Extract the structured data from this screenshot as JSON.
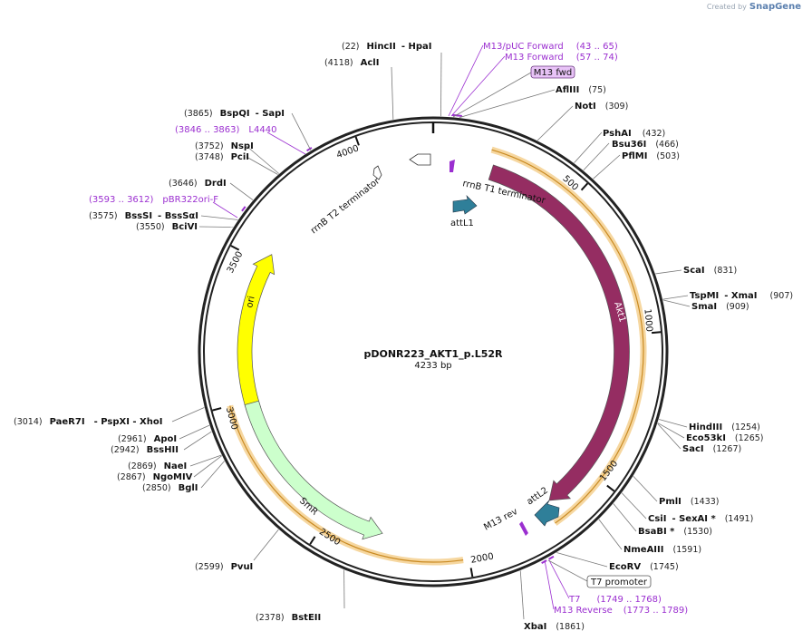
{
  "credit": {
    "text": "Created by",
    "brand": "SnapGene"
  },
  "plasmid": {
    "name": "pDONR223_AKT1_p.L52R",
    "length_label": "4233 bp",
    "length": 4233
  },
  "ticks": [
    {
      "pos": 500,
      "label": "500"
    },
    {
      "pos": 1000,
      "label": "1000"
    },
    {
      "pos": 1500,
      "label": "1500"
    },
    {
      "pos": 2000,
      "label": "2000"
    },
    {
      "pos": 2500,
      "label": "2500"
    },
    {
      "pos": 3000,
      "label": "3000"
    },
    {
      "pos": 3500,
      "label": "3500"
    },
    {
      "pos": 4000,
      "label": "4000"
    }
  ],
  "features": [
    {
      "name": "Akt1",
      "start": 210,
      "end": 1670,
      "color": "#952d62",
      "label_color": "#ffffff",
      "strand": 1,
      "radius": 208
    },
    {
      "name": "ori",
      "start": 2960,
      "end": 3540,
      "color": "#ffff00",
      "label_color": "#111111",
      "strand": 1,
      "radius": 208
    },
    {
      "name": "SmR",
      "start": 2300,
      "end": 2990,
      "color": "#ccffcc",
      "label_color": "#111111",
      "strand": -1,
      "radius": 208
    },
    {
      "name": "attL1",
      "start": 120,
      "end": 210,
      "color": "#2f7f99",
      "label_color": "#111111",
      "strand": 1,
      "radius": 193
    },
    {
      "name": "attL2",
      "start": 1640,
      "end": 1740,
      "color": "#2f7f99",
      "label_color": "#111111",
      "strand": -1,
      "radius": 208
    },
    {
      "name": "rrnB T1 terminator",
      "start": 4160,
      "end": 4230,
      "color": "#ffffff",
      "label_color": "#111111",
      "strand": -1,
      "radius": 208
    },
    {
      "name": "rrnB T2 terminator",
      "start": 4020,
      "end": 4045,
      "color": "#ffffff",
      "label_color": "#111111",
      "strand": -1,
      "radius": 208
    }
  ],
  "sites": [
    {
      "name": "HincII",
      "extra": "HpaI",
      "pos_label": "(22)",
      "pos": 22
    },
    {
      "name": "AclI",
      "pos_label": "(4118)",
      "pos": 4118
    },
    {
      "name": "AflIII",
      "pos_label": "(75)",
      "pos": 75
    },
    {
      "name": "NotI",
      "pos_label": "(309)",
      "pos": 309
    },
    {
      "name": "PshAI",
      "pos_label": "(432)",
      "pos": 432
    },
    {
      "name": "Bsu36I",
      "pos_label": "(466)",
      "pos": 466
    },
    {
      "name": "PflMI",
      "pos_label": "(503)",
      "pos": 503
    },
    {
      "name": "ScaI",
      "pos_label": "(831)",
      "pos": 831
    },
    {
      "name": "TspMI",
      "extra": "XmaI",
      "pos_label": "(907)",
      "pos": 907
    },
    {
      "name": "SmaI",
      "pos_label": "(909)",
      "pos": 909
    },
    {
      "name": "HindIII",
      "pos_label": "(1254)",
      "pos": 1254
    },
    {
      "name": "Eco53kI",
      "pos_label": "(1265)",
      "pos": 1265
    },
    {
      "name": "SacI",
      "pos_label": "(1267)",
      "pos": 1267
    },
    {
      "name": "PmlI",
      "pos_label": "(1433)",
      "pos": 1433
    },
    {
      "name": "CsiI",
      "extra": "SexAI *",
      "pos_label": "(1491)",
      "pos": 1491
    },
    {
      "name": "BsaBI *",
      "pos_label": "(1530)",
      "pos": 1530
    },
    {
      "name": "NmeAIII",
      "pos_label": "(1591)",
      "pos": 1591
    },
    {
      "name": "EcoRV",
      "pos_label": "(1745)",
      "pos": 1745
    },
    {
      "name": "XbaI",
      "pos_label": "(1861)",
      "pos": 1861
    },
    {
      "name": "BstEII",
      "pos_label": "(2378)",
      "pos": 2378
    },
    {
      "name": "PvuI",
      "pos_label": "(2599)",
      "pos": 2599
    },
    {
      "name": "BglI",
      "pos_label": "(2850)",
      "pos": 2850
    },
    {
      "name": "NgoMIV",
      "pos_label": "(2867)",
      "pos": 2867
    },
    {
      "name": "NaeI",
      "pos_label": "(2869)",
      "pos": 2869
    },
    {
      "name": "BssHII",
      "pos_label": "(2942)",
      "pos": 2942
    },
    {
      "name": "ApoI",
      "pos_label": "(2961)",
      "pos": 2961
    },
    {
      "name": "PaeR7I",
      "extra": "PspXI   - XhoI",
      "pos_label": "(3014)",
      "pos": 3014
    },
    {
      "name": "BciVI",
      "pos_label": "(3550)",
      "pos": 3550
    },
    {
      "name": "BssSI",
      "extra": "BssSαI",
      "pos_label": "(3575)",
      "pos": 3575
    },
    {
      "name": "DrdI",
      "pos_label": "(3646)",
      "pos": 3646
    },
    {
      "name": "PciI",
      "pos_label": "(3748)",
      "pos": 3748
    },
    {
      "name": "NspI",
      "pos_label": "(3752)",
      "pos": 3752
    },
    {
      "name": "BspQI",
      "extra": "SapI",
      "pos_label": "(3865)",
      "pos": 3865
    }
  ],
  "primers": [
    {
      "name": "M13/pUC Forward",
      "range": "(43 .. 65)",
      "pos": 54
    },
    {
      "name": "M13 Forward",
      "range": "(57 .. 74)",
      "pos": 66
    },
    {
      "name": "L4440",
      "range": "(3846 .. 3863)",
      "pos": 3855
    },
    {
      "name": "pBR322ori-F",
      "range": "(3593 .. 3612)",
      "pos": 3602
    },
    {
      "name": "T7",
      "range": "(1749 .. 1768)",
      "pos": 1758
    },
    {
      "name": "M13 Reverse",
      "range": "(1773 .. 1789)",
      "pos": 1781
    }
  ],
  "inner_labels": {
    "m13_rev": "M13 rev"
  },
  "boxes": {
    "m13_fwd": "M13 fwd",
    "t7_promoter": "T7 promoter"
  },
  "colors": {
    "backbone": "#222222",
    "primer": "#9b2fd0",
    "orf_highlight": "#f3b54a"
  }
}
